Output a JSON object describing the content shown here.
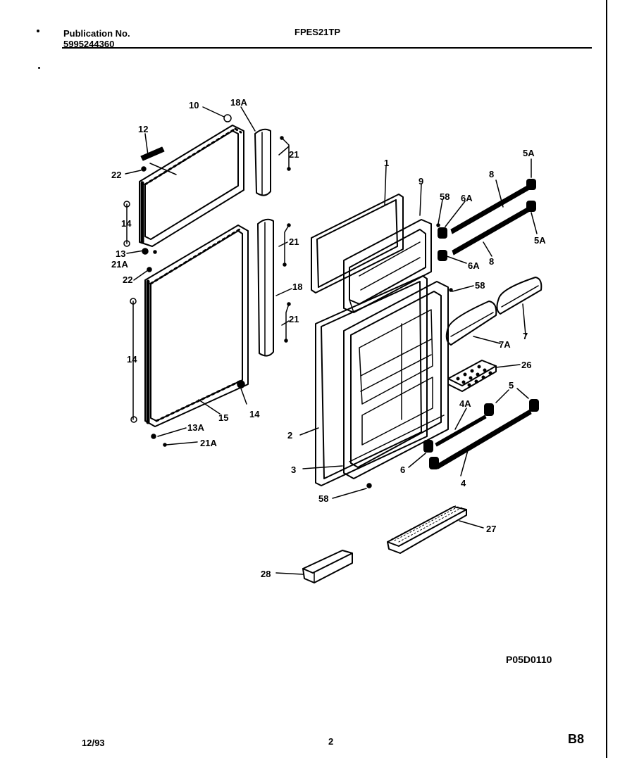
{
  "header": {
    "publication_label": "Publication No.",
    "publication_number": "5995244360",
    "model": "FPES21TP"
  },
  "figure_code": "P05D0110",
  "footer": {
    "date": "12/93",
    "page": "2",
    "section": "B8"
  },
  "callouts": {
    "c10": "10",
    "c18a": "18A",
    "c12": "12",
    "c21_top": "21",
    "c22_top": "22",
    "c14_top": "14",
    "c13": "13",
    "c21a_top": "21A",
    "c22_mid": "22",
    "c21_mid1": "21",
    "c18": "18",
    "c21_mid2": "21",
    "c14_left": "14",
    "c15": "15",
    "c14_bottom": "14",
    "c13a": "13A",
    "c21a_bottom": "21A",
    "c1": "1",
    "c9": "9",
    "c58_top": "58",
    "c6a_top": "6A",
    "c8_top": "8",
    "c5a_top": "5A",
    "c5a_right": "5A",
    "c6a_mid": "6A",
    "c8_mid": "8",
    "c58_mid": "58",
    "c7": "7",
    "c7a": "7A",
    "c26": "26",
    "c5": "5",
    "c4a": "4A",
    "c2": "2",
    "c6": "6",
    "c4": "4",
    "c3": "3",
    "c58_bottom": "58",
    "c27": "27",
    "c28": "28"
  }
}
